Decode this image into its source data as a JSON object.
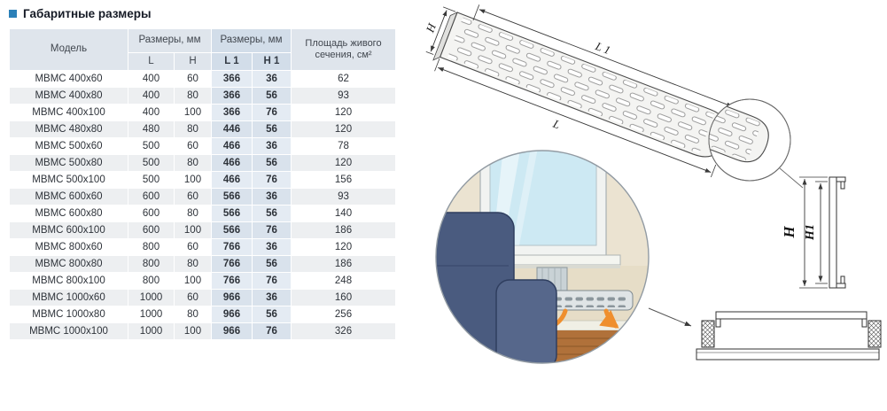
{
  "page": {
    "title": "Габаритные размеры"
  },
  "table": {
    "headers": {
      "model": "Модель",
      "dims_lh": "Размеры, мм",
      "dims_l1h1": "Размеры, мм",
      "sub_l": "L",
      "sub_h": "H",
      "sub_l1": "L 1",
      "sub_h1": "H 1",
      "area": "Площадь живого сечения, см²"
    },
    "rows": [
      {
        "model": "МВМС 400x60",
        "l": "400",
        "h": "60",
        "l1": "366",
        "h1": "36",
        "area": "62"
      },
      {
        "model": "МВМС 400x80",
        "l": "400",
        "h": "80",
        "l1": "366",
        "h1": "56",
        "area": "93"
      },
      {
        "model": "МВМС 400x100",
        "l": "400",
        "h": "100",
        "l1": "366",
        "h1": "76",
        "area": "120"
      },
      {
        "model": "МВМС 480x80",
        "l": "480",
        "h": "80",
        "l1": "446",
        "h1": "56",
        "area": "120"
      },
      {
        "model": "МВМС 500x60",
        "l": "500",
        "h": "60",
        "l1": "466",
        "h1": "36",
        "area": "78"
      },
      {
        "model": "МВМС 500x80",
        "l": "500",
        "h": "80",
        "l1": "466",
        "h1": "56",
        "area": "120"
      },
      {
        "model": "МВМС 500x100",
        "l": "500",
        "h": "100",
        "l1": "466",
        "h1": "76",
        "area": "156"
      },
      {
        "model": "МВМС 600x60",
        "l": "600",
        "h": "60",
        "l1": "566",
        "h1": "36",
        "area": "93"
      },
      {
        "model": "МВМС 600x80",
        "l": "600",
        "h": "80",
        "l1": "566",
        "h1": "56",
        "area": "140"
      },
      {
        "model": "МВМС 600x100",
        "l": "600",
        "h": "100",
        "l1": "566",
        "h1": "76",
        "area": "186"
      },
      {
        "model": "МВМС 800x60",
        "l": "800",
        "h": "60",
        "l1": "766",
        "h1": "36",
        "area": "120"
      },
      {
        "model": "МВМС 800x80",
        "l": "800",
        "h": "80",
        "l1": "766",
        "h1": "56",
        "area": "186"
      },
      {
        "model": "МВМС 800x100",
        "l": "800",
        "h": "100",
        "l1": "766",
        "h1": "76",
        "area": "248"
      },
      {
        "model": "МВМС 1000x60",
        "l": "1000",
        "h": "60",
        "l1": "966",
        "h1": "36",
        "area": "160"
      },
      {
        "model": "МВМС 1000x80",
        "l": "1000",
        "h": "80",
        "l1": "966",
        "h1": "56",
        "area": "256"
      },
      {
        "model": "МВМС 1000x100",
        "l": "1000",
        "h": "100",
        "l1": "966",
        "h1": "76",
        "area": "326"
      }
    ]
  },
  "diagram": {
    "iso": {
      "l1_label": "L 1",
      "l_label": "L",
      "h_label": "H"
    },
    "profile": {
      "h_label": "H",
      "h1_label": "H1"
    }
  }
}
